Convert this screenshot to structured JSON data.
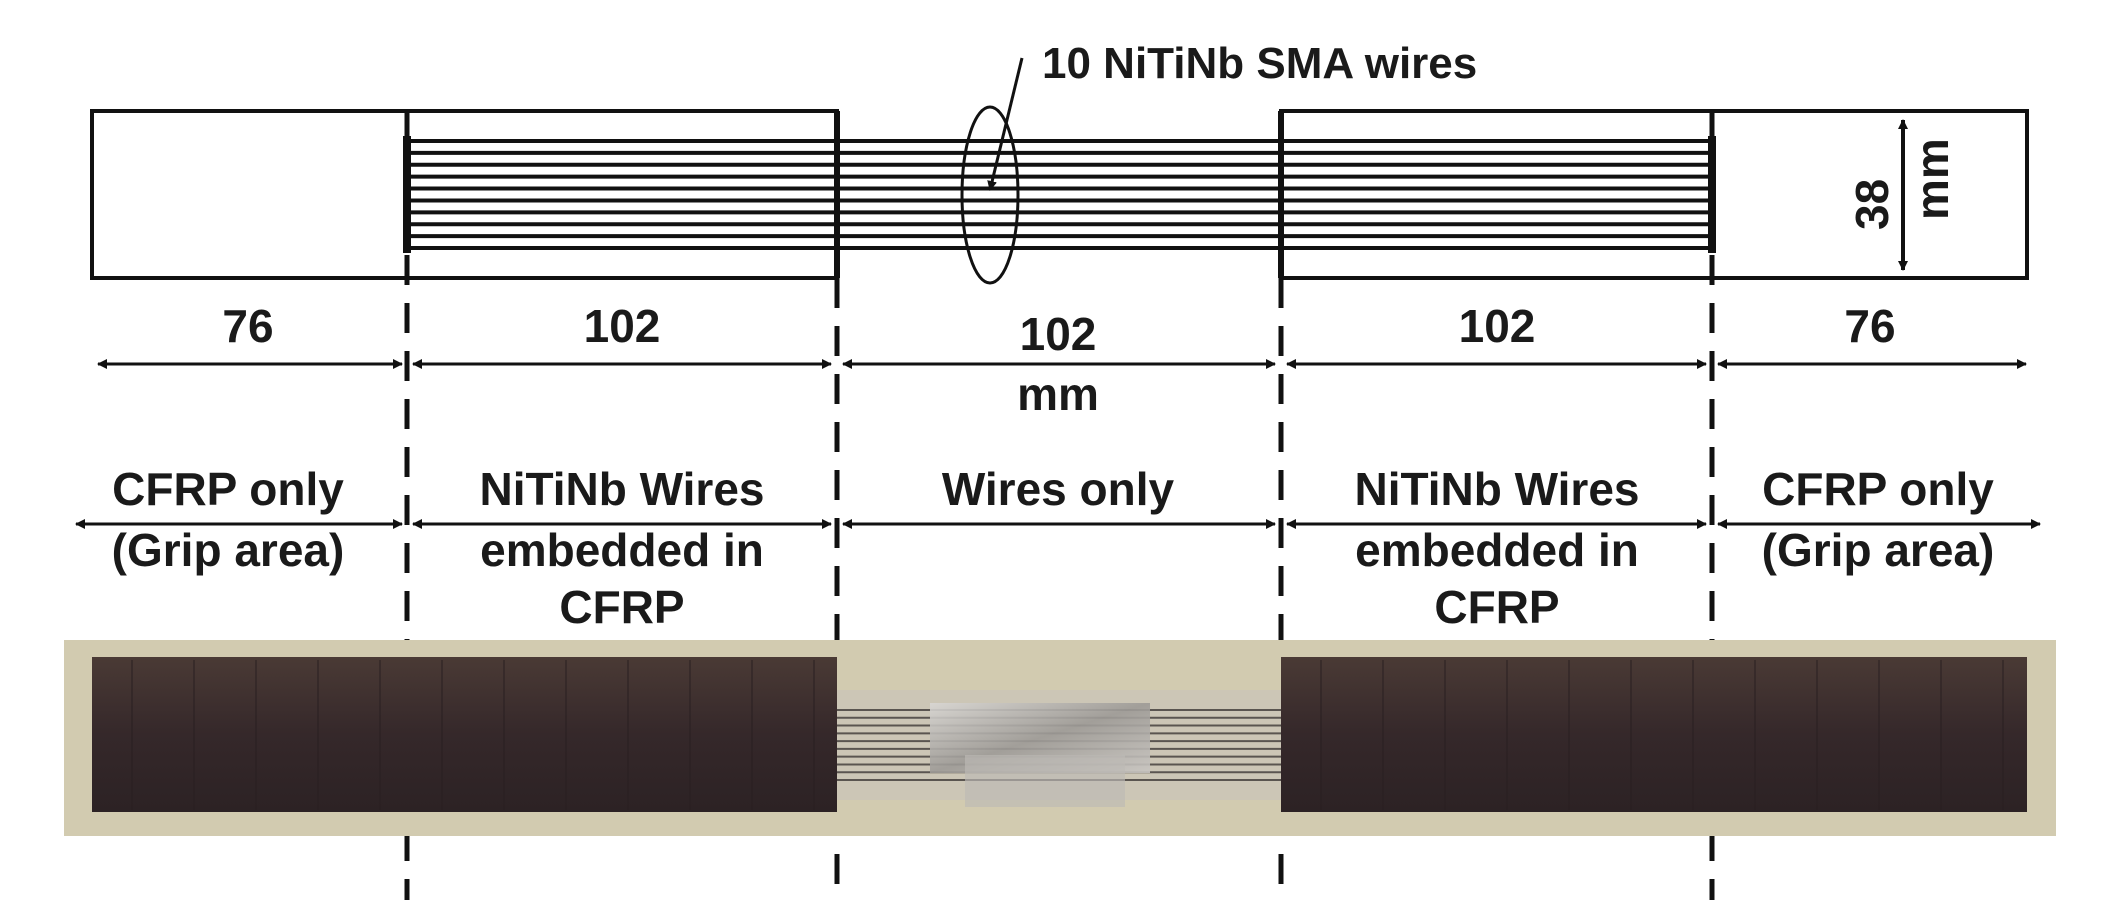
{
  "callout_label": "10 NiTiNb SMA wires",
  "width_dimension": {
    "value": "38",
    "unit": "mm"
  },
  "lengths": {
    "grip_left": "76",
    "embedded_left": "102",
    "wires_only": "102",
    "wires_only_unit": "mm",
    "embedded_right": "102",
    "grip_right": "76"
  },
  "regions": {
    "grip_left": [
      "CFRP only",
      "(Grip area)"
    ],
    "embedded_left": [
      "NiTiNb Wires",
      "embedded in",
      "CFRP"
    ],
    "wires_only": [
      "Wires only"
    ],
    "embedded_right": [
      "NiTiNb Wires",
      "embedded in",
      "CFRP"
    ],
    "grip_right": [
      "CFRP only",
      "(Grip area)"
    ]
  },
  "wire_count": 10,
  "colors": {
    "ink": "#111111",
    "photo_background": "#d6cfb4",
    "cfrp_dark": "#3a2c28",
    "tape_silver": "#b7b4b0"
  }
}
